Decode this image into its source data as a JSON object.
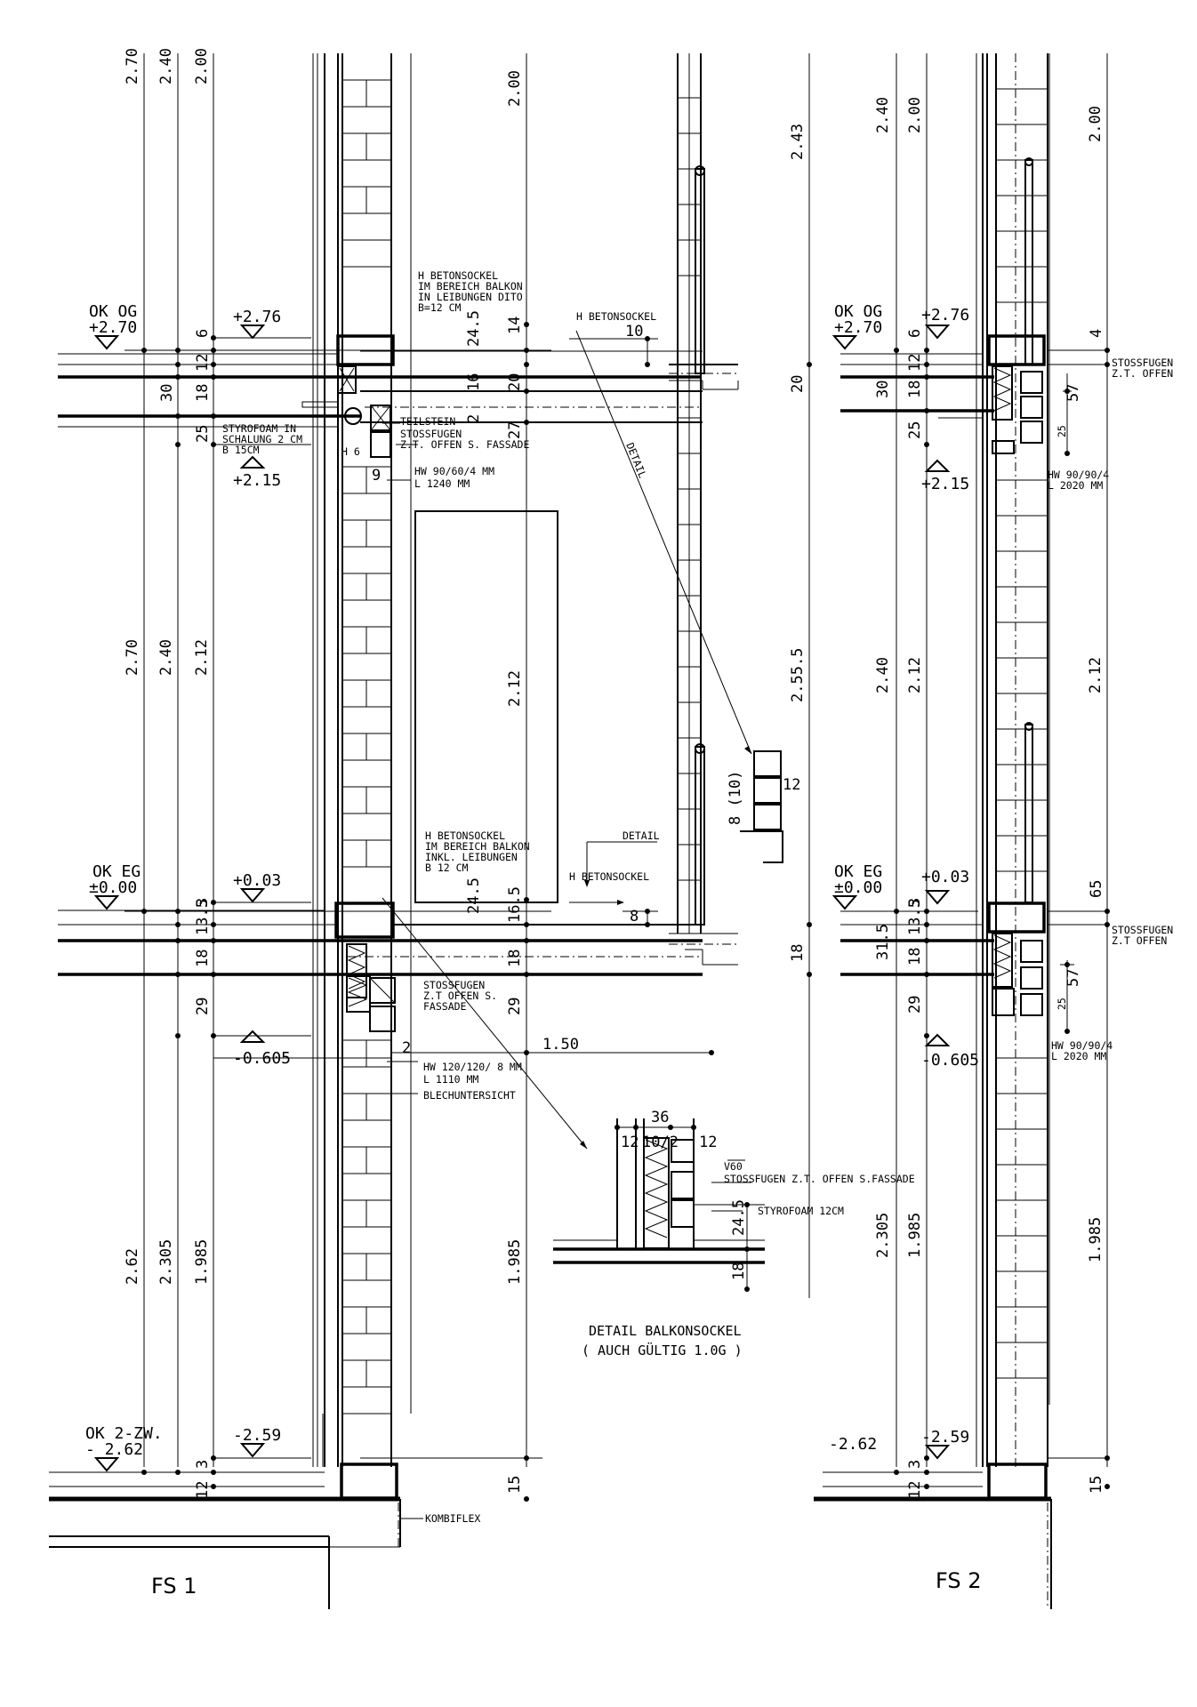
{
  "sheets": {
    "fs1": "FS 1",
    "fs2": "FS 2"
  },
  "caption": {
    "line1": "DETAIL BALKONSOCKEL",
    "line2": "( AUCH GÜLTIG 1.0G )"
  },
  "levels": {
    "okog_left": {
      "name": "OK OG",
      "value": "+2.70"
    },
    "okeg_left": {
      "name": "OK EG",
      "value": "±0.00"
    },
    "ok2zw_left": {
      "name": "OK 2-ZW.",
      "value": "- 2.62"
    },
    "okog_right": {
      "name": "OK OG",
      "value": "+2.70"
    },
    "okeg_right": {
      "name": "OK EG",
      "value": "±0.00"
    },
    "m_left_276": "+2.76",
    "m_left_215": "+2.15",
    "m_left_003": "+0.03",
    "m_left_0605": "-0.605",
    "m_left_259": "-2.59",
    "m_right_276": "+2.76",
    "m_right_215": "+2.15",
    "m_right_003": "+0.03",
    "m_right_0605": "-0.605",
    "m_right_262": "-2.62",
    "m_right_259": "-2.59"
  },
  "notes": {
    "betonsockel_top": [
      "H BETONSOCKEL",
      "IM BEREICH BALKON",
      "IN LEIBUNGEN DITO",
      "B=12 CM"
    ],
    "h_betonsockel_1": "H BETONSOCKEL",
    "styrofoam": [
      "STYROFOAM  IN",
      "SCHALUNG 2 CM",
      "B 15CM"
    ],
    "teilstein": "TEILSTEIN",
    "stossfugen_1": [
      "STOSSFUGEN",
      "Z.T. OFFEN  S. FASSADE"
    ],
    "hw_top_left": [
      "HW 90/60/4 MM",
      "L 1240 MM"
    ],
    "detail_diag": "DETAIL",
    "betonsockel_mid": [
      "H BETONSOCKEL",
      "IM BEREICH BALKON",
      "INKL. LEIBUNGEN",
      "B 12 CM"
    ],
    "detail_mid": "DETAIL",
    "h_betonsockel_2": "H BETONSOCKEL",
    "stossfugen_2": [
      "STOSSFUGEN",
      "Z.T OFFEN S.",
      "FASSADE"
    ],
    "hw_mid_left": [
      "HW 120/120/ 8 MM",
      "L  1110 MM"
    ],
    "blech": "BLECHUNTERSICHT",
    "kombiflex": "KOMBIFLEX",
    "v60": "V60",
    "stossfugen_detail": "STOSSFUGEN  Z.T. OFFEN  S.FASSADE",
    "styrofoam_12": "STYROFOAM 12CM",
    "stossfugen_r1": [
      "STOSSFUGEN",
      "Z.T. OFFEN"
    ],
    "stossfugen_r2": [
      "STOSSFUGEN",
      "Z.T OFFEN"
    ],
    "hw_r1": [
      "HW 90/90/4",
      "L 2020 MM"
    ],
    "hw_r2": [
      "HW 90/90/4",
      "L 2020 MM"
    ],
    "h6": "H 6"
  },
  "dims": {
    "a270": "2.70",
    "a240": "2.40",
    "a200": "2.00",
    "a270b": "2.70",
    "a240b": "2.40",
    "a212": "2.12",
    "a262": "2.62",
    "a2305": "2.305",
    "a1985": "1.985",
    "s6": "6",
    "s12": "12",
    "s18": "18",
    "s30": "30",
    "s25": "25",
    "s3": "3",
    "s135": "13.5",
    "s18b": "18",
    "s29": "29",
    "s3b": "3",
    "s12b": "12",
    "m200": "2.00",
    "m212": "2.12",
    "m1985": "1.985",
    "m245": "24.5",
    "m14": "14",
    "m16": "16",
    "m20": "20",
    "m27": "27",
    "m2": "2",
    "m245b": "24.5",
    "m165": "16.5",
    "m18": "18",
    "m29": "29",
    "m15": "15",
    "d10": "10",
    "d9": "9",
    "d12": "12",
    "d810": "8 (10)",
    "d8": "8",
    "d2": "2",
    "d150": "1.50",
    "c243": "2.43",
    "c20": "20",
    "c2555": "2.55.5",
    "c18": "18",
    "r240": "2.40",
    "r200": "2.00",
    "r240b": "2.40",
    "r212": "2.12",
    "r2305": "2.305",
    "r1985": "1.985",
    "rs6": "6",
    "rs12": "12",
    "rs30": "30",
    "rs18": "18",
    "rs25": "25",
    "rs3": "3",
    "rs135": "13.5",
    "rs315": "31.5",
    "rs18b": "18",
    "rs29": "29",
    "rs3b": "3",
    "rs12b": "12",
    "rr200": "2.00",
    "rr212": "2.12",
    "rr1985": "1.985",
    "rr4": "4",
    "rr57": "57",
    "rr25": "25",
    "rr65": "65",
    "rr57b": "57",
    "rr25b": "25",
    "rr15": "15",
    "dt36": "36",
    "dt12a": "12",
    "dt102": "10/2",
    "dt12b": "12",
    "dt245": "24.5",
    "dt18": "18"
  }
}
